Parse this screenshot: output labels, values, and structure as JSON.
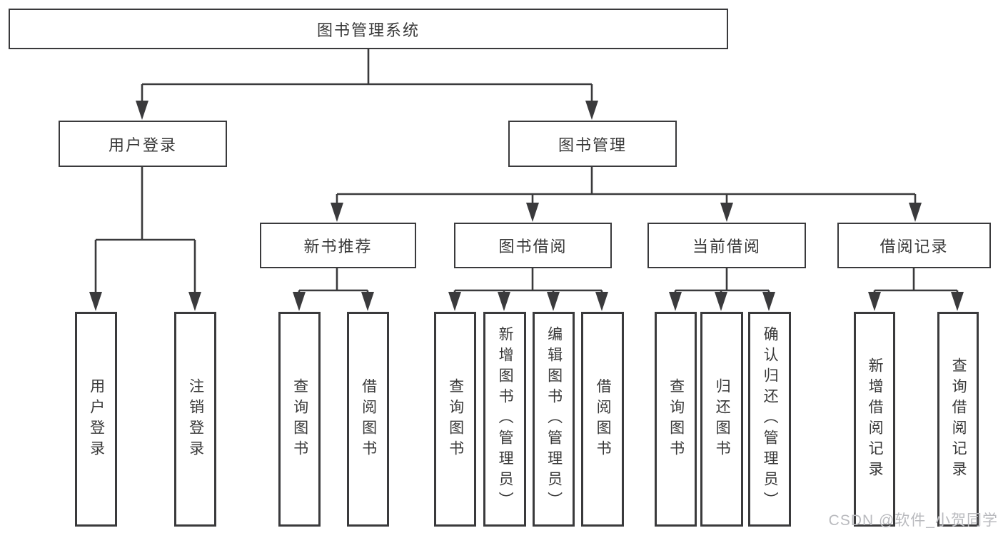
{
  "tree": {
    "label": "图书管理系统",
    "children": [
      {
        "label": "用户登录",
        "children": [
          {
            "label": "用户登录"
          },
          {
            "label": "注销登录"
          }
        ]
      },
      {
        "label": "图书管理",
        "children": [
          {
            "label": "新书推荐",
            "children": [
              {
                "label": "查询图书"
              },
              {
                "label": "借阅图书"
              }
            ]
          },
          {
            "label": "图书借阅",
            "children": [
              {
                "label": "查询图书"
              },
              {
                "label": "新增图书（管理员）"
              },
              {
                "label": "编辑图书（管理员）"
              },
              {
                "label": "借阅图书"
              }
            ]
          },
          {
            "label": "当前借阅",
            "children": [
              {
                "label": "查询图书"
              },
              {
                "label": "归还图书"
              },
              {
                "label": "确认归还（管理员）"
              }
            ]
          },
          {
            "label": "借阅记录",
            "children": [
              {
                "label": "新增借阅记录"
              },
              {
                "label": "查询借阅记录"
              }
            ]
          }
        ]
      }
    ]
  },
  "watermark": "CSDN @软件_小贺同学",
  "colors": {
    "line": "#3a3a3c",
    "text": "#383838",
    "watermark": "#b9babe",
    "background": "#ffffff"
  }
}
